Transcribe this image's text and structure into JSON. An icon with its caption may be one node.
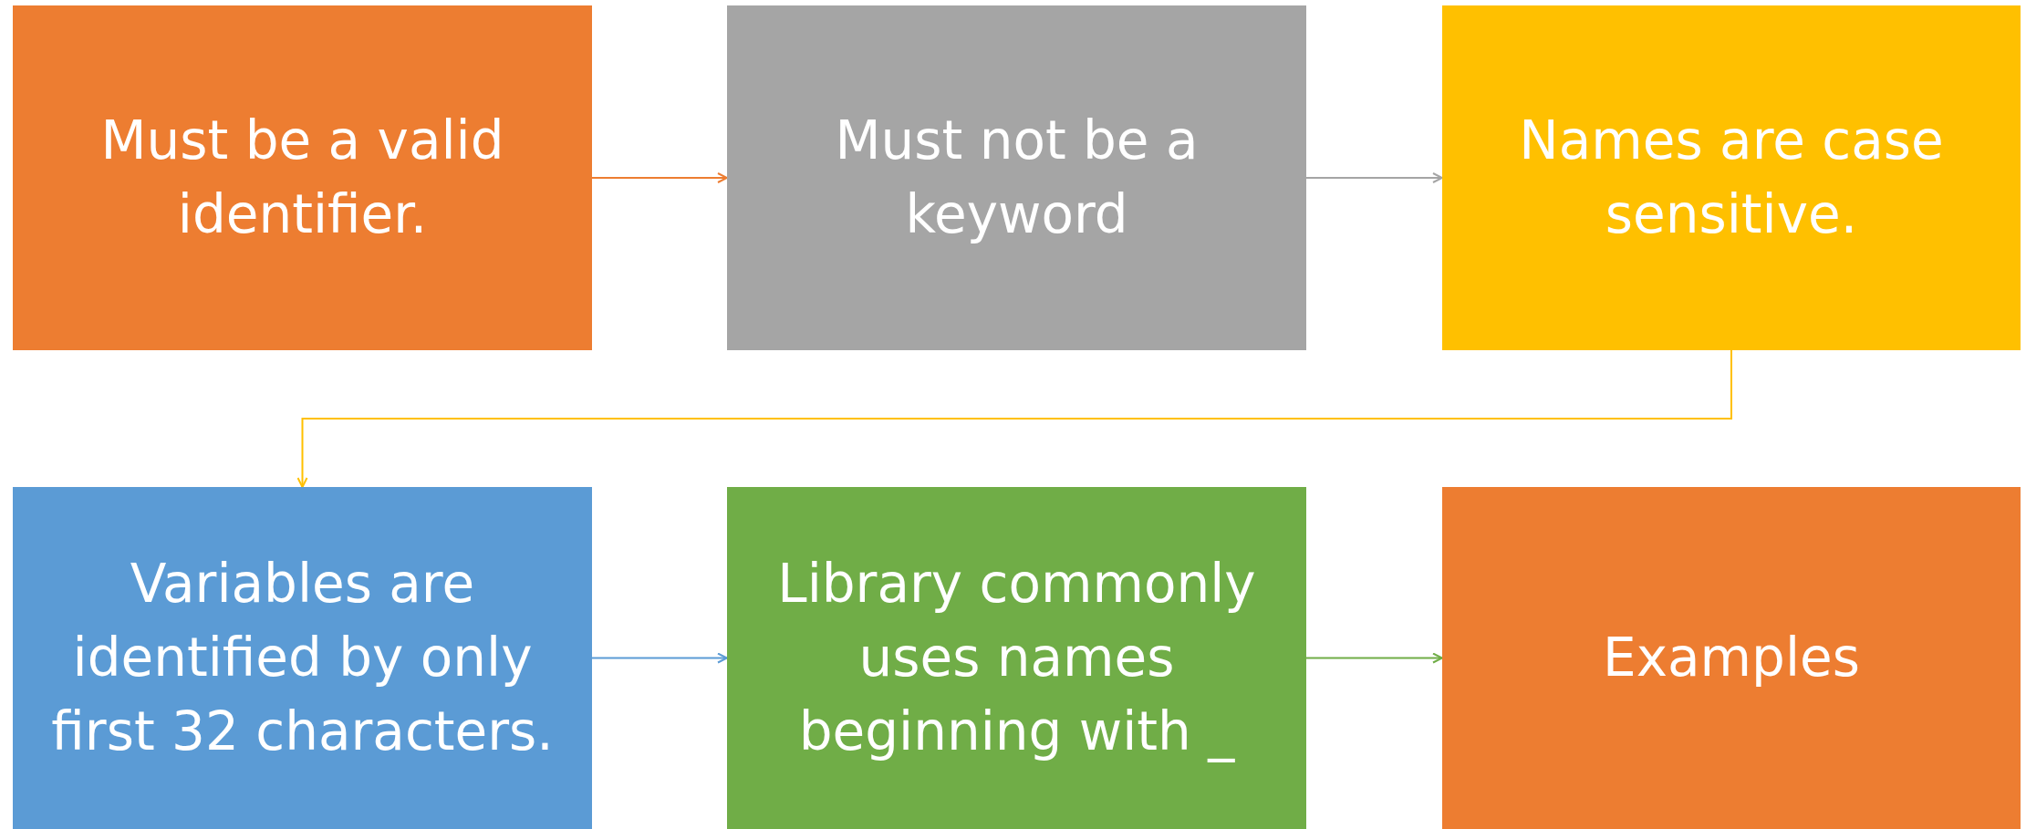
{
  "diagram": {
    "nodes": [
      {
        "text": [
          "Must be a valid identifier."
        ]
      },
      {
        "text": [
          "Must not be a keyword"
        ]
      },
      {
        "text": [
          "Names are case sensitive."
        ]
      },
      {
        "text": [
          "Variables are identified by only first 32 characters."
        ]
      },
      {
        "text": [
          "Library commonly uses names beginning with _"
        ]
      },
      {
        "text": [
          "Examples"
        ]
      }
    ],
    "edges": [
      {
        "from": 0,
        "to": 1,
        "arrow": "to",
        "color": "#ed7d31"
      },
      {
        "from": 1,
        "to": 2,
        "arrow": "to",
        "color": "#a5a5a5"
      },
      {
        "from": 2,
        "to": 3,
        "arrow": "to",
        "color": "#ffc000"
      },
      {
        "from": 3,
        "to": 4,
        "arrow": "to",
        "color": "#5b9bd5"
      },
      {
        "from": 4,
        "to": 5,
        "arrow": "to",
        "color": "#70ad47"
      }
    ]
  }
}
